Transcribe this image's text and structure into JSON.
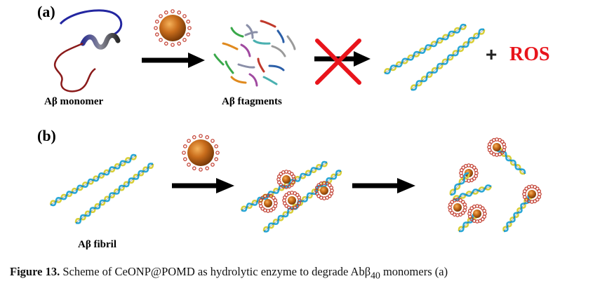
{
  "panels": {
    "a": {
      "label": "(a)",
      "monomer_label": "Aβ monomer",
      "fragments_label": "Aβ ftagments",
      "ros_label": "ROS",
      "plus": "+"
    },
    "b": {
      "label": "(b)",
      "fibril_label": "Aβ fibril"
    }
  },
  "caption": {
    "figure_label": "Figure 13.",
    "text_before_sub": " Scheme of CeONP@POMD as hydrolytic enzyme to degrade Abβ",
    "subscript": "40",
    "text_after_sub": " monomers (a)"
  },
  "colors": {
    "nanoparticle": "#b8661a",
    "arrow": "#000000",
    "cross": "#e8141b",
    "ros": "#e8141b",
    "fibril_blue": "#2aa7d6",
    "fibril_yellow": "#d8cf3a"
  }
}
